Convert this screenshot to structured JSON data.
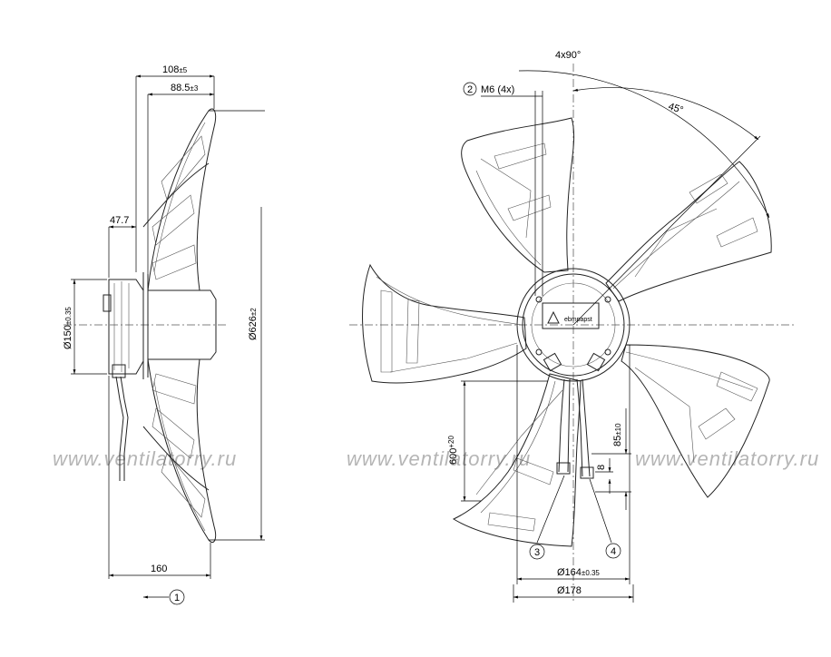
{
  "side_view": {
    "dim_108": "108",
    "dim_108_tol": "±5",
    "dim_88_5": "88.5",
    "dim_88_5_tol": "±3",
    "dim_47_7": "47.7",
    "dim_150": "Ø150",
    "dim_150_tol": "±0.35",
    "dim_626": "Ø626",
    "dim_626_tol": "±2",
    "dim_160": "160",
    "callout_1": "1"
  },
  "front_view": {
    "angle_4x90": "4x90°",
    "angle_45": "45°",
    "callout_2": "2",
    "m6_label": "M6 (4x)",
    "dim_600": "600",
    "dim_600_tol": "+20",
    "dim_85": "85",
    "dim_85_tol": "±10",
    "dim_8": "8",
    "callout_3": "3",
    "callout_4": "4",
    "dim_164": "Ø164",
    "dim_164_tol": "±0.35",
    "dim_178": "Ø178",
    "brand_label": "ebmpapst"
  },
  "watermark": "www.ventilatorry.ru"
}
